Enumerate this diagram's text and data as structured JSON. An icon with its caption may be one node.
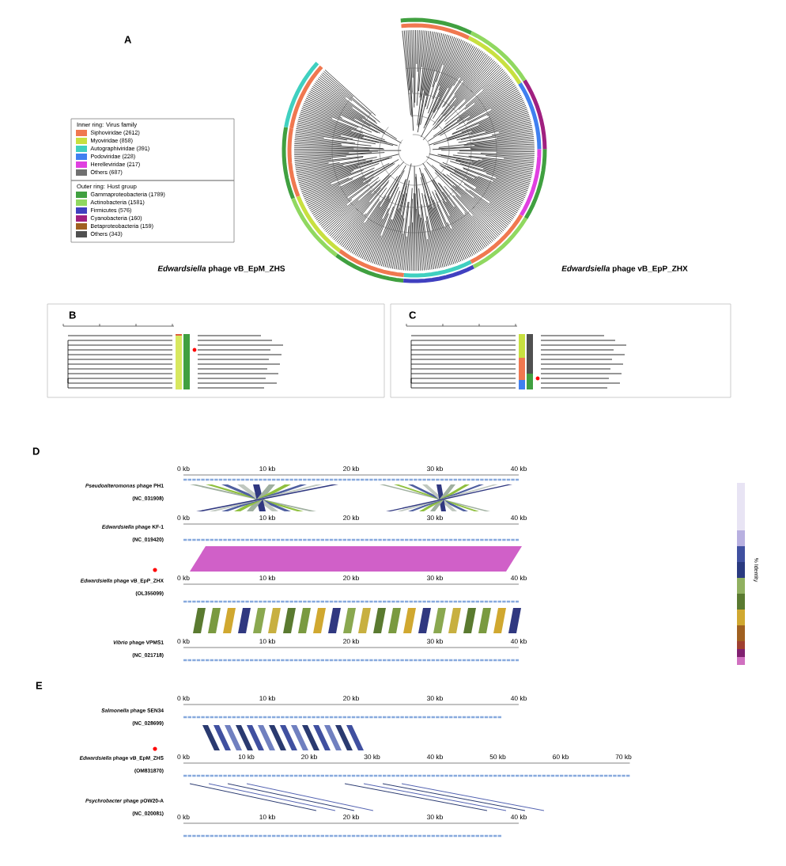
{
  "diagram": {
    "labels": [
      "A",
      "Inner ring: Virus family",
      "Outer ring: Host group",
      "*Edwardsiella* phage vB_EpM_ZHS",
      "*Edwardsiella* phage vB_EpP_ZHX",
      "B",
      "C",
      "D",
      "0 kb",
      "10 kb",
      "20 kb",
      "30 kb",
      "40 kb",
      "*Pseudoalteromonas* phage PH1",
      "(NC_031908)",
      "0 kb",
      "10 kb",
      "20 kb",
      "30 kb",
      "40 kb",
      "*Edwardsiella* phage KF-1",
      "(NC_019420)",
      "0 kb",
      "10 kb",
      "20 kb",
      "30 kb",
      "40 kb",
      "*Edwardsiella* phage vB_EpP_ZHX",
      "(OL355099)",
      "*Vibrio* phage VPMS1",
      "0 kb",
      "10 kb",
      "20 kb",
      "30 kb",
      "40 kb",
      "(NC_021718)",
      "% Identity",
      "E",
      "0 kb",
      "10 kb",
      "20 kb",
      "30 kb",
      "40 kb",
      "*Salmonella* phage SEN34",
      "(NC_028699)",
      "*Edwardsiella* phage vB_EpM_ZHS",
      "0 kb",
      "10 kb",
      "20 kb",
      "30 kb",
      "40 kb",
      "50 kb",
      "60 kb",
      "70 kb",
      "(OM831870)",
      "0 kb",
      "10 kb",
      "20 kb",
      "30 kb",
      "40 kb",
      "*Psychrobacter* phage pOW20-A",
      "(NC_020081)"
    ],
    "legend": [
      {
        "text": "Siphoviridae (2612)",
        "color": "#f07850"
      },
      {
        "text": "Myoviridae (858)",
        "color": "#c8e040"
      },
      {
        "text": "Autographiviridae (391)",
        "color": "#40d0c0"
      },
      {
        "text": "Podoviridae (228)",
        "color": "#4080f0"
      },
      {
        "text": "Herelleviridae (217)",
        "color": "#e040e0"
      },
      {
        "text": "Others (687)",
        "color": "#707070"
      },
      {
        "text": "Gammaproteobacteria (1789)",
        "color": "#40a040"
      },
      {
        "text": "Actinobacteria (1581)",
        "color": "#90d860"
      },
      {
        "text": "Firmicutes (576)",
        "color": "#4040c0"
      },
      {
        "text": "Cyanobacteria (160)",
        "color": "#a02080"
      },
      {
        "text": "Betaproteobacteria (159)",
        "color": "#a06020"
      },
      {
        "text": "Others (343)",
        "color": "#505050"
      }
    ]
  }
}
